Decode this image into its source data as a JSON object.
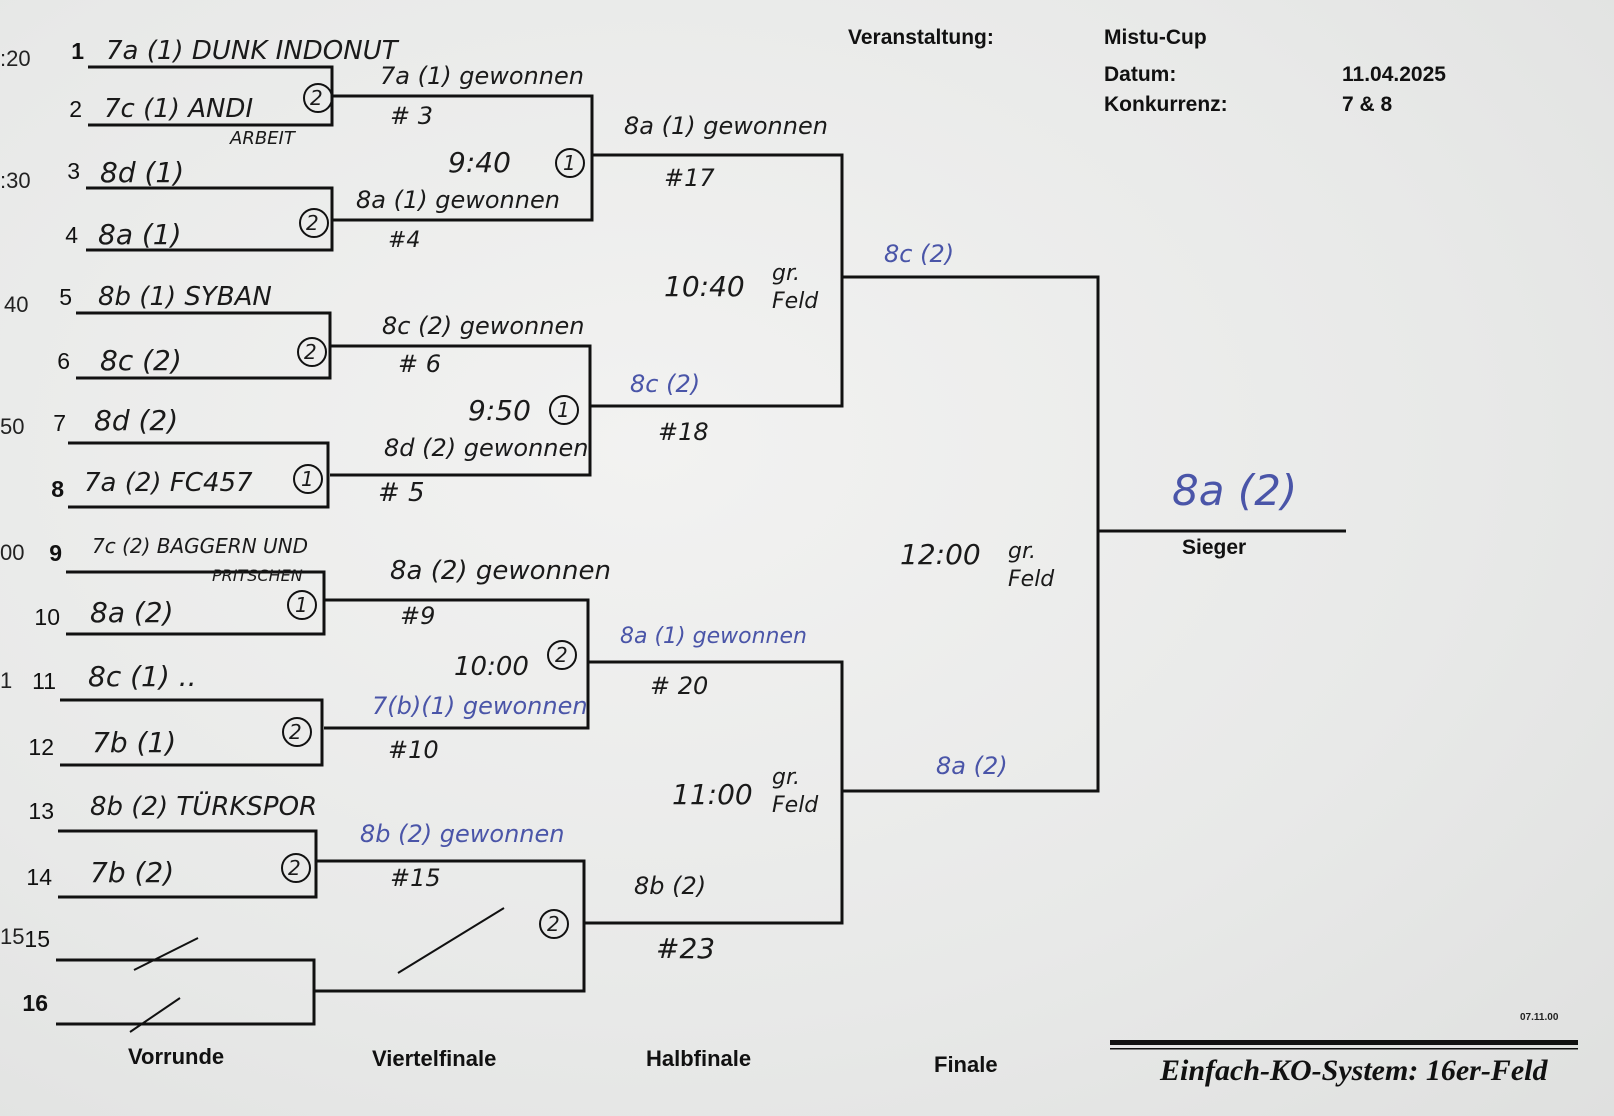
{
  "header": {
    "event_label": "Veranstaltung:",
    "event_value": "Mistu-Cup",
    "date_label": "Datum:",
    "date_value": "11.04.2025",
    "category_label": "Konkurrenz:",
    "category_value": "7 & 8"
  },
  "left_edge_times": [
    ":20",
    ":30",
    "40",
    "50",
    "00",
    "15",
    "1"
  ],
  "slots": [
    "1",
    "2",
    "3",
    "4",
    "5",
    "6",
    "7",
    "8",
    "9",
    "10",
    "11",
    "12",
    "13",
    "14",
    "15",
    "16"
  ],
  "first_round_teams": [
    "7a (1) DUNK INDONUT",
    "7c (1) ANDI",
    "8d (1)",
    "8a (1)",
    "8b (1) SYBAN",
    "8c (2)",
    "8d (2)",
    "7a (2) FC457",
    "7c (2) BAGGERN UND",
    "8a (2)",
    "8c (1) ..",
    "7b (1)",
    "8b (2) TÜRKSPOR",
    "7b (2)"
  ],
  "team_extra": {
    "arbeit": "ARBEIT",
    "pritschen": "PRITSCHEN"
  },
  "scores": [
    "2",
    "2",
    "2",
    "1",
    "1",
    "2",
    "2",
    "1",
    "1",
    "2",
    "2"
  ],
  "qf": {
    "w1": "7a (1) gewonnen",
    "w2": "8a (1) gewonnen",
    "w3": "8c (2) gewonnen",
    "w4": "8d (2) gewonnen",
    "w5": "8a (2) gewonnen",
    "w6": "7(b)(1) gewonnen",
    "w7": "8b (2) gewonnen",
    "m1": "# 3",
    "m2": "#4",
    "m3": "# 6",
    "m4": "# 5",
    "m5": "#9",
    "m6": "#10",
    "m7": "#15",
    "t1": "9:40",
    "t2": "9:50",
    "t3": "10:00"
  },
  "sf": {
    "w1": "8a (1) gewonnen",
    "w2": "8c (2)",
    "w3": "8a (1) gewonnen",
    "w4": "8b (2)",
    "m1": "#17",
    "m2": "#18",
    "m3": "# 20",
    "m4": "#23",
    "t1": "10:40",
    "t2": "11:00",
    "field": "gr. Feld"
  },
  "final": {
    "w1": "8c (2)",
    "w2": "8a (2)",
    "time": "12:00",
    "field": "gr. Feld"
  },
  "winner": {
    "value": "8a (2)",
    "label": "Sieger"
  },
  "round_labels": [
    "Vorrunde",
    "Viertelfinale",
    "Halbfinale",
    "Finale"
  ],
  "footer": {
    "code": "07.11.00",
    "title": "Einfach-KO-System:  16er-Feld"
  }
}
